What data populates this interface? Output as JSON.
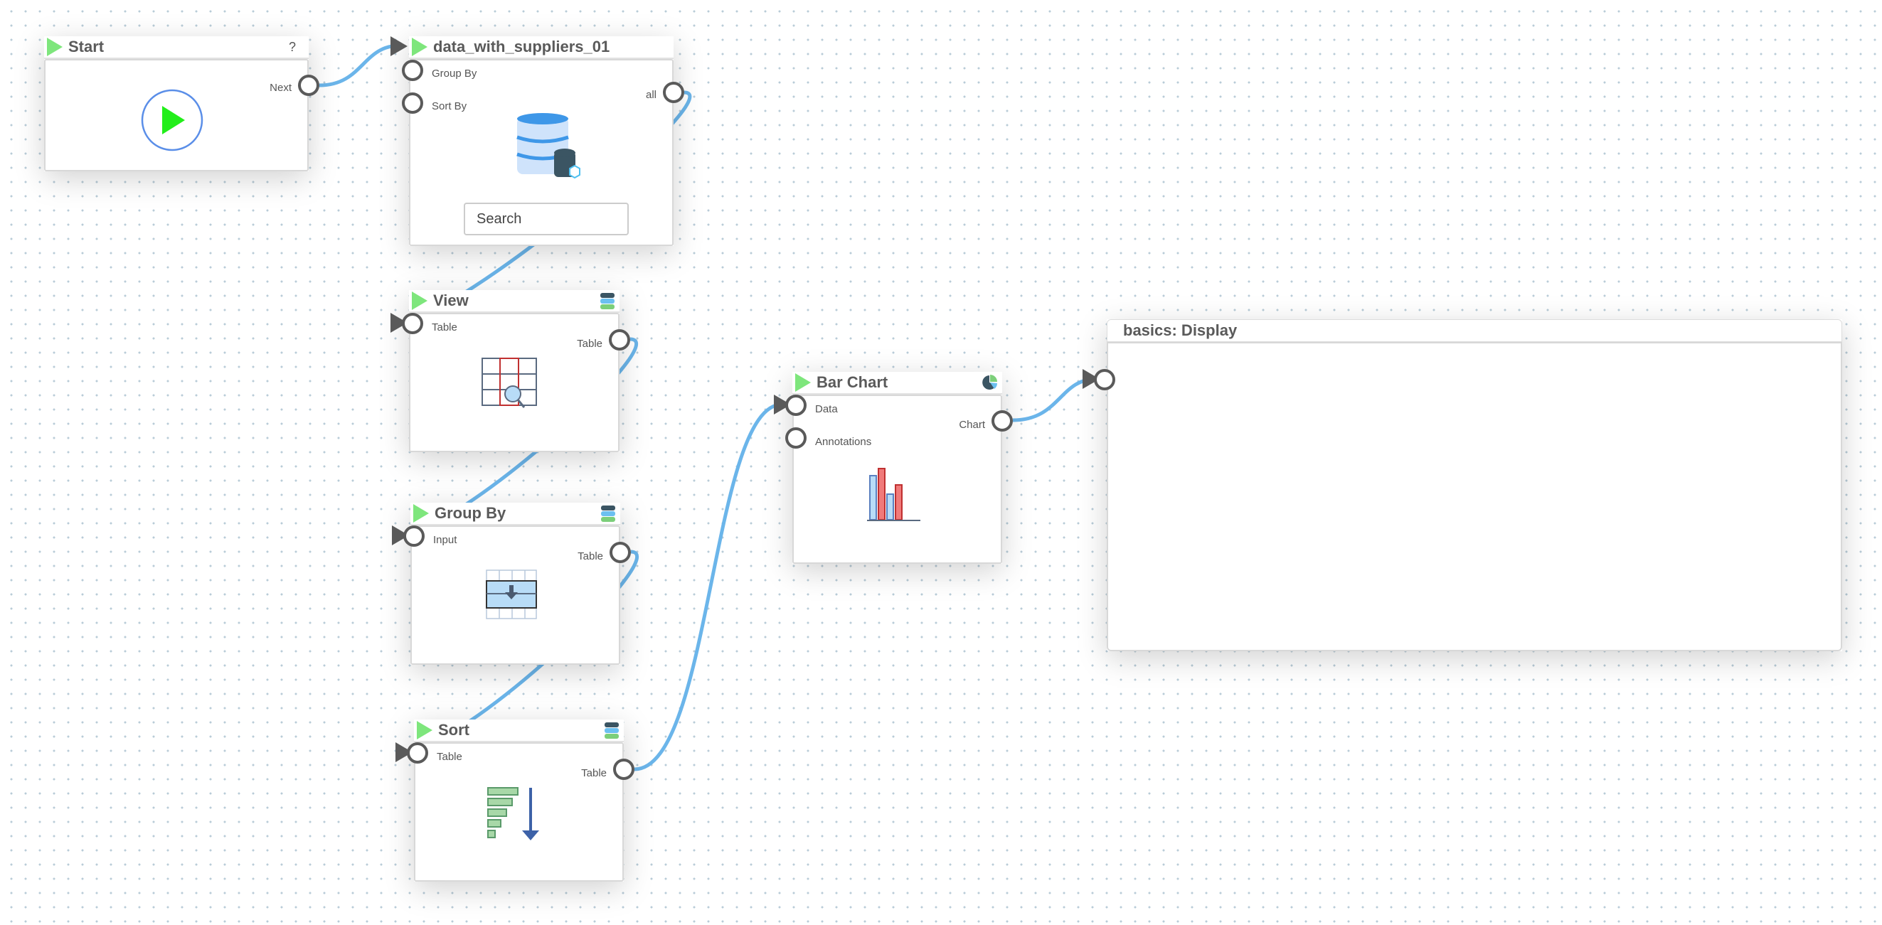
{
  "nodes": {
    "start": {
      "title": "Start",
      "help": "?",
      "out": "Next"
    },
    "data": {
      "title": "data_with_suppliers_01",
      "in1": "Group By",
      "in2": "Sort By",
      "out": "all",
      "search_placeholder": "Search"
    },
    "view": {
      "title": "View",
      "in": "Table",
      "out": "Table"
    },
    "groupby": {
      "title": "Group By",
      "in": "Input",
      "out": "Table"
    },
    "sort": {
      "title": "Sort",
      "in": "Table",
      "out": "Table"
    },
    "barchart": {
      "title": "Bar Chart",
      "in1": "Data",
      "in2": "Annotations",
      "out": "Chart"
    },
    "display": {
      "title": "basics:  Display"
    }
  },
  "colors": {
    "wire": "#6bb5ea",
    "play": "#7ee67c",
    "port": "#5a5a5a"
  }
}
